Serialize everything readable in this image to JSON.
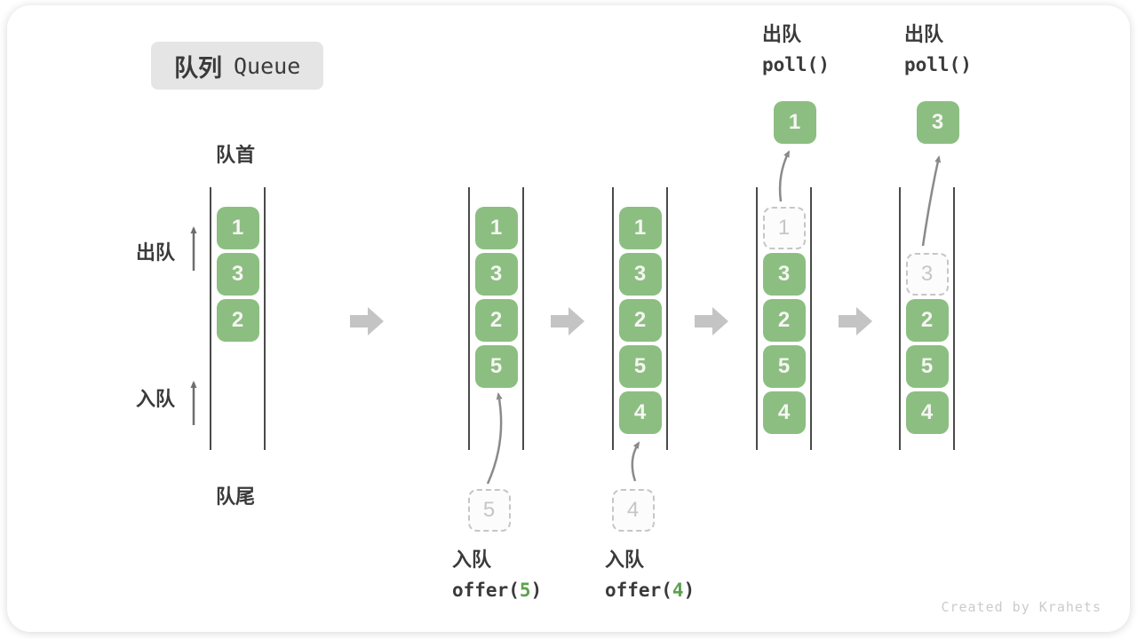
{
  "title": {
    "zh": "队列",
    "en": "Queue"
  },
  "side_labels": {
    "queue_head": "队首",
    "queue_tail": "队尾",
    "dequeue": "出队",
    "enqueue": "入队"
  },
  "watermark": "Created by Krahets",
  "colors": {
    "cell_green": "#8cbe82",
    "code_arg_green": "#5ca14e",
    "block_arrow_gray": "#c4c4c4",
    "channel_line": "#4a4a4a",
    "text_dark": "#3a3a3a"
  },
  "states": [
    {
      "name": "state-1-initial",
      "cells": [
        {
          "slot": 0,
          "value": "1",
          "style": "filled"
        },
        {
          "slot": 1,
          "value": "3",
          "style": "filled"
        },
        {
          "slot": 2,
          "value": "2",
          "style": "filled"
        }
      ]
    },
    {
      "name": "state-2-after-offer-5",
      "cells": [
        {
          "slot": 0,
          "value": "1",
          "style": "filled"
        },
        {
          "slot": 1,
          "value": "3",
          "style": "filled"
        },
        {
          "slot": 2,
          "value": "2",
          "style": "filled"
        },
        {
          "slot": 3,
          "value": "5",
          "style": "filled"
        }
      ],
      "pending": {
        "value": "5"
      },
      "op": {
        "type": "enqueue",
        "label": "入队",
        "code_prefix": "offer(",
        "arg": "5",
        "code_suffix": ")"
      }
    },
    {
      "name": "state-3-after-offer-4",
      "cells": [
        {
          "slot": 0,
          "value": "1",
          "style": "filled"
        },
        {
          "slot": 1,
          "value": "3",
          "style": "filled"
        },
        {
          "slot": 2,
          "value": "2",
          "style": "filled"
        },
        {
          "slot": 3,
          "value": "5",
          "style": "filled"
        },
        {
          "slot": 4,
          "value": "4",
          "style": "filled"
        }
      ],
      "pending": {
        "value": "4"
      },
      "op": {
        "type": "enqueue",
        "label": "入队",
        "code_prefix": "offer(",
        "arg": "4",
        "code_suffix": ")"
      }
    },
    {
      "name": "state-4-after-poll-1",
      "cells": [
        {
          "slot": 0,
          "value": "1",
          "style": "dashed"
        },
        {
          "slot": 1,
          "value": "3",
          "style": "filled"
        },
        {
          "slot": 2,
          "value": "2",
          "style": "filled"
        },
        {
          "slot": 3,
          "value": "5",
          "style": "filled"
        },
        {
          "slot": 4,
          "value": "4",
          "style": "filled"
        }
      ],
      "result": {
        "value": "1"
      },
      "op": {
        "type": "dequeue",
        "label": "出队",
        "code": "poll()"
      }
    },
    {
      "name": "state-5-after-poll-3",
      "cells": [
        {
          "slot": 1,
          "value": "3",
          "style": "dashed"
        },
        {
          "slot": 2,
          "value": "2",
          "style": "filled"
        },
        {
          "slot": 3,
          "value": "5",
          "style": "filled"
        },
        {
          "slot": 4,
          "value": "4",
          "style": "filled"
        }
      ],
      "result": {
        "value": "3"
      },
      "op": {
        "type": "dequeue",
        "label": "出队",
        "code": "poll()"
      }
    }
  ]
}
